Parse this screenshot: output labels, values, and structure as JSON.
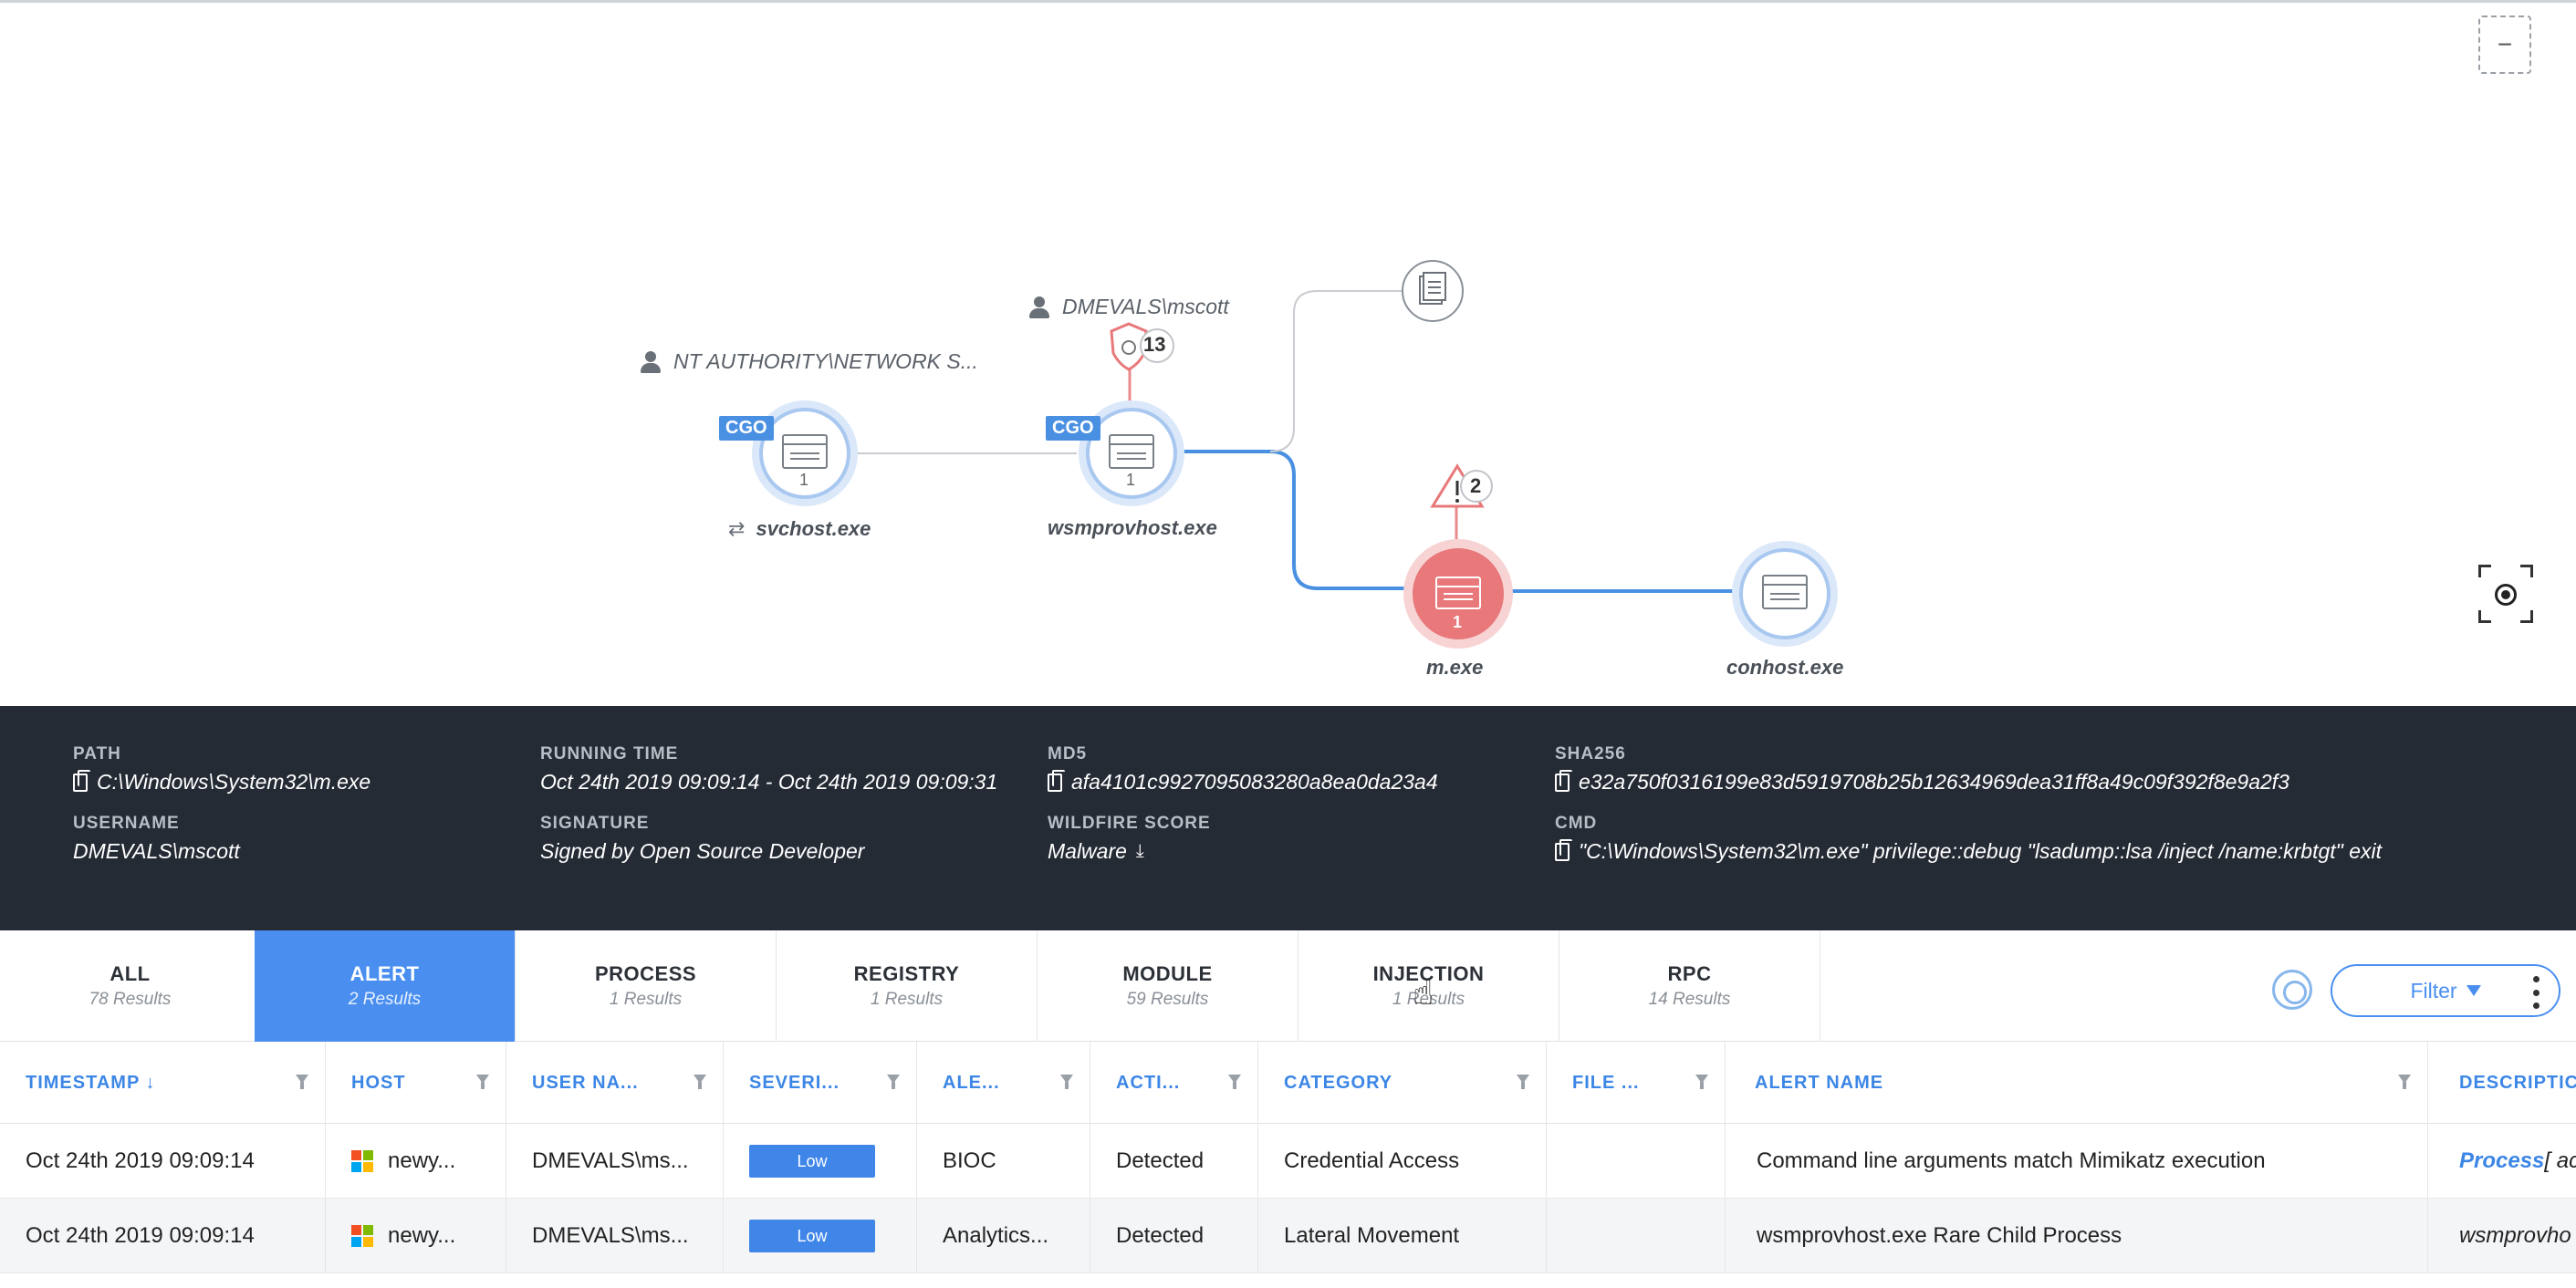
{
  "graph": {
    "nodes": {
      "svchost": {
        "label": "svchost.exe",
        "count": "1",
        "badge": "CGO",
        "user": "NT AUTHORITY\\NETWORK S..."
      },
      "wsmprovhost": {
        "label": "wsmprovhost.exe",
        "count": "1",
        "badge": "CGO",
        "user": "DMEVALS\\mscott",
        "alert_count": "13"
      },
      "mexe": {
        "label": "m.exe",
        "count": "1",
        "alert_count": "2"
      },
      "conhost": {
        "label": "conhost.exe"
      }
    },
    "zoom_out_label": "−",
    "colors": {
      "edge_active": "#4a90e2",
      "node_alert": "#e8787a",
      "node_ring": "#b9d4f5"
    }
  },
  "info": {
    "path": {
      "label": "PATH",
      "value": "C:\\Windows\\System32\\m.exe"
    },
    "running_time": {
      "label": "RUNNING TIME",
      "value": "Oct 24th 2019 09:09:14 - Oct 24th 2019 09:09:31"
    },
    "md5": {
      "label": "MD5",
      "value": "afa4101c9927095083280a8ea0da23a4"
    },
    "sha256": {
      "label": "SHA256",
      "value": "e32a750f0316199e83d5919708b25b12634969dea31ff8a49c09f392f8e9a2f3"
    },
    "username": {
      "label": "USERNAME",
      "value": "DMEVALS\\mscott"
    },
    "signature": {
      "label": "SIGNATURE",
      "value": "Signed by Open Source Developer"
    },
    "wildfire": {
      "label": "WILDFIRE SCORE",
      "value": "Malware"
    },
    "cmd": {
      "label": "CMD",
      "value": "\"C:\\Windows\\System32\\m.exe\" privilege::debug \"lsadump::lsa /inject /name:krbtgt\" exit"
    }
  },
  "tabs": [
    {
      "name": "ALL",
      "count": "78 Results"
    },
    {
      "name": "ALERT",
      "count": "2 Results"
    },
    {
      "name": "PROCESS",
      "count": "1 Results"
    },
    {
      "name": "REGISTRY",
      "count": "1 Results"
    },
    {
      "name": "MODULE",
      "count": "59 Results"
    },
    {
      "name": "INJECTION",
      "count": "1 Results"
    },
    {
      "name": "RPC",
      "count": "14 Results"
    }
  ],
  "toolbar": {
    "filter_label": "Filter"
  },
  "table": {
    "columns": [
      "TIMESTAMP ↓",
      "HOST",
      "USER NA...",
      "SEVERI...",
      "ALE...",
      "ACTI...",
      "CATEGORY",
      "FILE ...",
      "ALERT NAME",
      "DESCRIPTIC"
    ],
    "rows": [
      {
        "timestamp": "Oct 24th 2019 09:09:14",
        "host": "newy...",
        "user": "DMEVALS\\ms...",
        "severity": "Low",
        "alert_source": "BIOC",
        "action": "Detected",
        "category": "Credential Access",
        "file": "",
        "alert_name": "Command line arguments match Mimikatz execution",
        "description_link": "Process",
        "description_rest": " [ act"
      },
      {
        "timestamp": "Oct 24th 2019 09:09:14",
        "host": "newy...",
        "user": "DMEVALS\\ms...",
        "severity": "Low",
        "alert_source": "Analytics...",
        "action": "Detected",
        "category": "Lateral Movement",
        "file": "",
        "alert_name": "wsmprovhost.exe Rare Child Process",
        "description_link": "",
        "description_rest": "wsmprovho"
      }
    ]
  }
}
